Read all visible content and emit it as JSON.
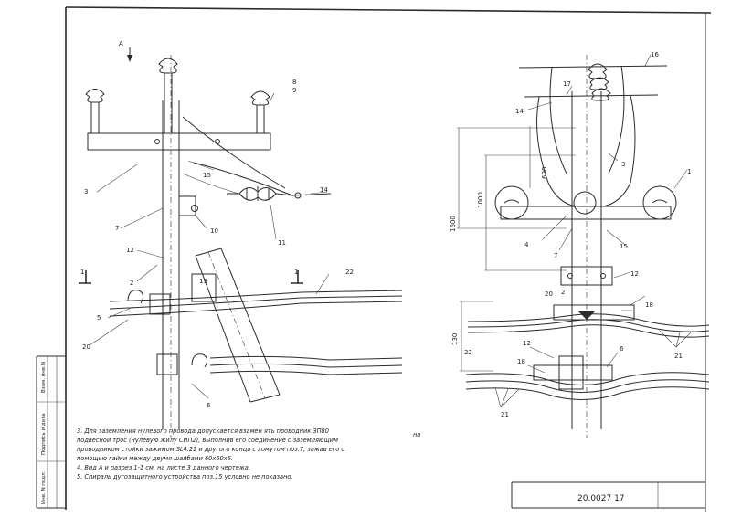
{
  "drawing": {
    "doc_number": "20.0027 17",
    "view_marker": "А",
    "section_marker": "1",
    "side_stamp": {
      "col1": "Взам. инв.N",
      "col2": "Подпись и дата",
      "col3": "Инв. N подл."
    },
    "notes": [
      "3. Для заземления нулевого провода допускается взамен ять проводник ЗП80",
      "подвесной трос (нулевую жилу СИП2), выполнив его соединение с заземляющим",
      "проводником стойки зажимом SL4.21 и другого конца с хомутом поз.7, зажав его с",
      "помощью гайки между двумя шайбами 60х60х6.",
      "4. Вид А и разрез 1-1 см. на листе 3 данного чертежа.",
      "5. Спираль дугозащитного устройства поз.15 условно не показано."
    ],
    "note_tail": "на",
    "dimensions": {
      "d1": "600",
      "d2": "1000",
      "d3": "1600",
      "d4": "130"
    },
    "left_labels": {
      "p3": "3",
      "p7": "7",
      "p10": "10",
      "p11": "11",
      "p12": "12",
      "p14": "14",
      "p15": "15",
      "p19": "19",
      "p2": "2",
      "p5": "5",
      "p6": "6",
      "p8": "8",
      "p9": "9",
      "p20": "20",
      "p22": "22"
    },
    "right_labels": {
      "p16": "16",
      "p17": "17",
      "p14": "14",
      "p3": "3",
      "p1": "1",
      "p4": "4",
      "p7": "7",
      "p15": "15",
      "p12": "12",
      "p2": "2",
      "p20": "20",
      "p18": "18",
      "p21": "21",
      "p22": "22",
      "p6": "6"
    }
  }
}
